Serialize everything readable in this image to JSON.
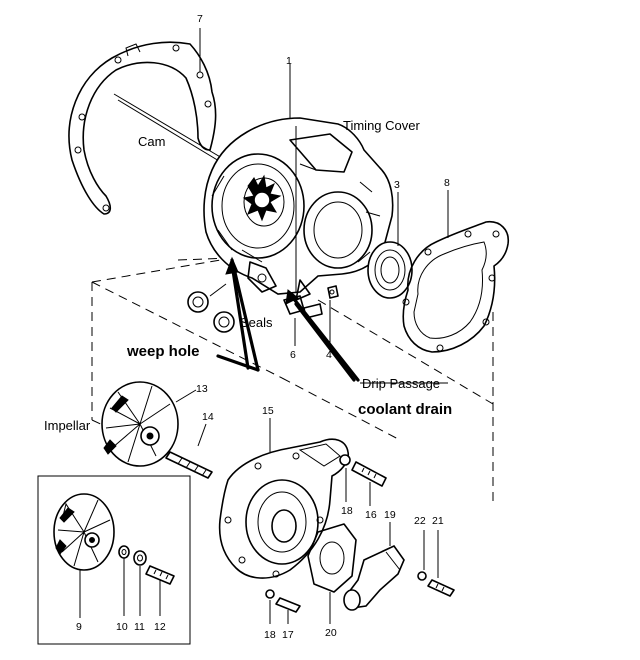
{
  "labels": {
    "cam": "Cam",
    "timing_cover": "Timing Cover",
    "seals": "Seals",
    "weep_hole": "weep hole",
    "drip_passage": "Drip Passage",
    "coolant_drain": "coolant drain",
    "impellar": "Impellar"
  },
  "part_numbers": {
    "n1": "1",
    "n3": "3",
    "n4": "4",
    "n6": "6",
    "n7": "7",
    "n8": "8",
    "n9": "9",
    "n10": "10",
    "n11": "11",
    "n12": "12",
    "n13": "13",
    "n14": "14",
    "n15": "15",
    "n16": "16",
    "n17": "17",
    "n18a": "18",
    "n18b": "18",
    "n19": "19",
    "n20": "20",
    "n21": "21",
    "n22": "22"
  }
}
